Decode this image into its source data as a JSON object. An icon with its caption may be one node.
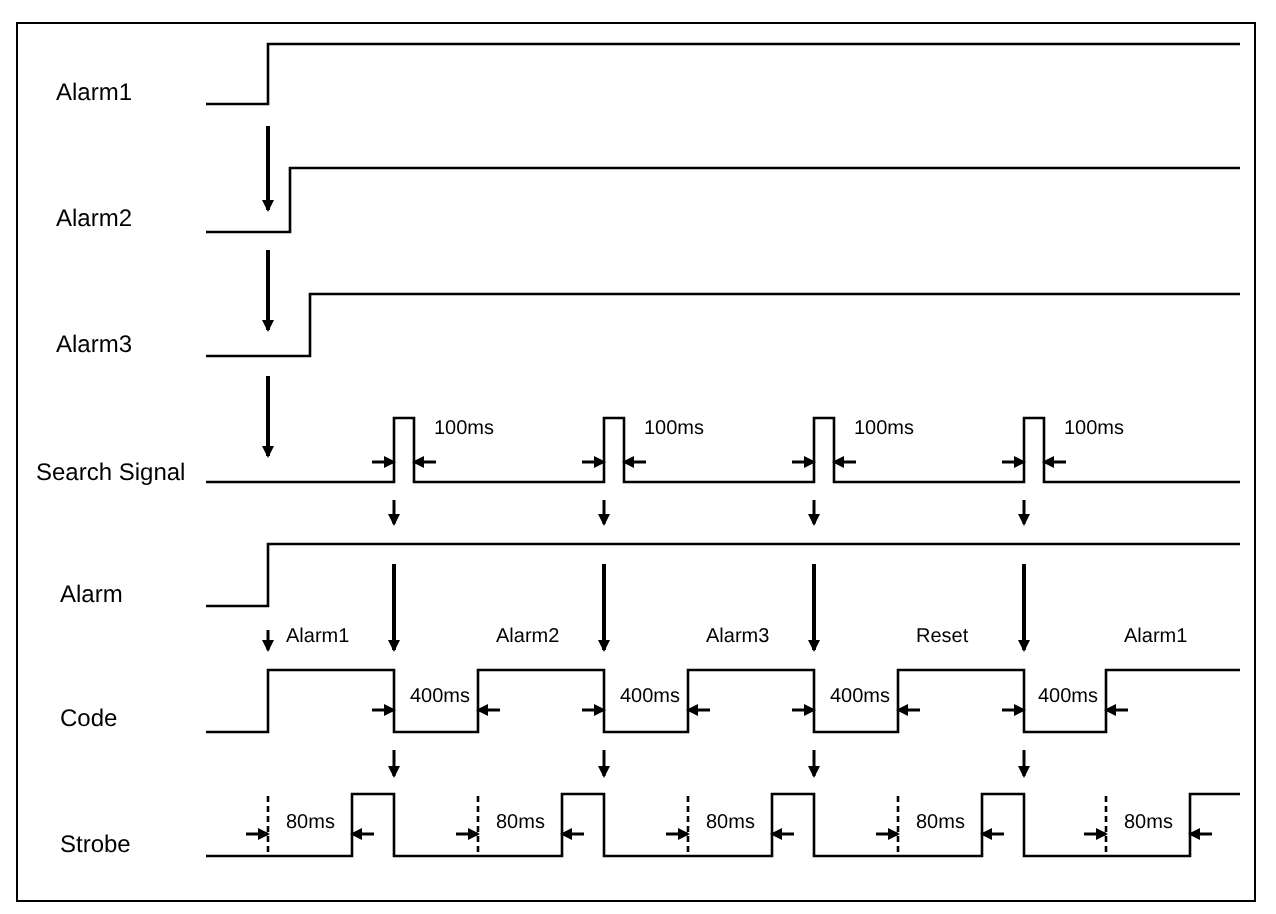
{
  "diagram": {
    "labels": [
      "Alarm1",
      "Alarm2",
      "Alarm3",
      "Search Signal",
      "100ms",
      "100ms",
      "100ms",
      "100ms",
      "Alarm",
      "Alarm1",
      "Alarm2",
      "Alarm3",
      "Reset",
      "Alarm1",
      "Code",
      "400ms",
      "400ms",
      "400ms",
      "400ms",
      "Strobe",
      "80ms",
      "80ms",
      "80ms",
      "80ms",
      "80ms"
    ]
  }
}
